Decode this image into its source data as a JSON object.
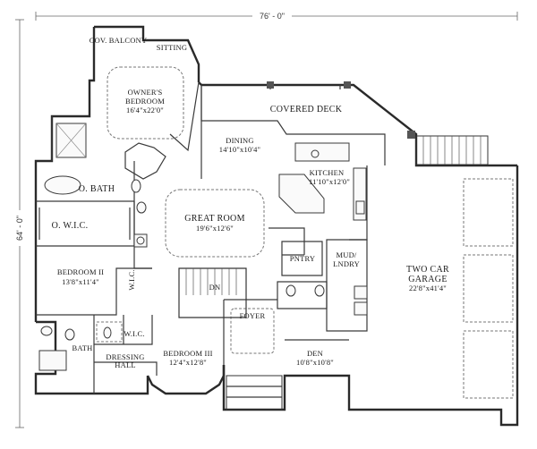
{
  "overall_width": "76' - 0\"",
  "overall_depth": "64' - 0\"",
  "rooms": {
    "cov_balcony": {
      "name": "COV. BALCONY"
    },
    "sitting": {
      "name": "SITTING"
    },
    "owners_bedroom": {
      "name_line1": "OWNER'S",
      "name_line2": "BEDROOM",
      "size": "16'4\"x22'0\""
    },
    "covered_deck": {
      "name": "COVERED DECK"
    },
    "dining": {
      "name": "DINING",
      "size": "14'10\"x10'4\""
    },
    "kitchen": {
      "name": "KITCHEN",
      "size": "11'10\"x12'0\""
    },
    "o_bath": {
      "name": "O. BATH"
    },
    "o_wic": {
      "name": "O. W.I.C."
    },
    "great_room": {
      "name": "GREAT ROOM",
      "size": "19'6\"x12'6\""
    },
    "pantry": {
      "name": "PNTRY"
    },
    "mud_laundry": {
      "name_line1": "MUD/",
      "name_line2": "LNDRY"
    },
    "two_car_garage": {
      "name_line1": "TWO CAR",
      "name_line2": "GARAGE",
      "size": "22'8\"x41'4\""
    },
    "bedroom_ii": {
      "name": "BEDROOM II",
      "size": "13'8\"x11'4\""
    },
    "wic_small": {
      "name": "W.I.C."
    },
    "dn": {
      "name": "DN"
    },
    "foyer": {
      "name": "FOYER"
    },
    "bath": {
      "name": "BATH"
    },
    "wic_lower": {
      "name": "W.I.C."
    },
    "dressing_hall": {
      "name_line1": "DRESSING",
      "name_line2": "HALL"
    },
    "bedroom_iii": {
      "name": "BEDROOM III",
      "size": "12'4\"x12'8\""
    },
    "den": {
      "name": "DEN",
      "size": "10'8\"x10'8\""
    }
  }
}
